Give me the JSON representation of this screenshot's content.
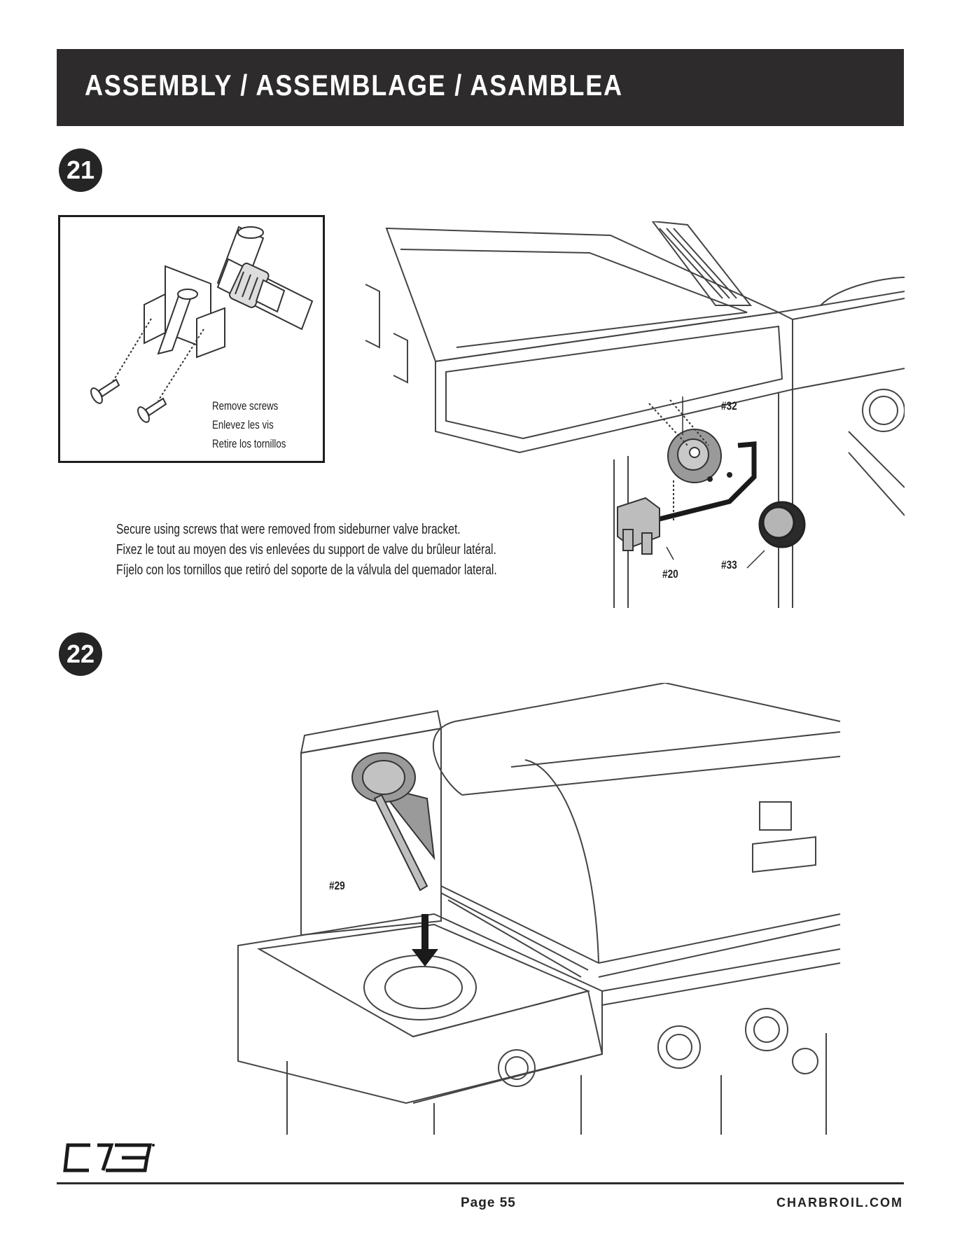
{
  "header": {
    "title": "ASSEMBLY / ASSEMBLAGE / ASAMBLEA"
  },
  "steps": [
    {
      "number": "21",
      "inset_text": [
        "Remove screws",
        "Enlevez les vis",
        "Retire los tornillos"
      ],
      "instructions": [
        "Secure using screws that were removed from sideburner valve bracket.",
        "Fixez le tout au moyen des vis enlevées du support de valve du brûleur latéral.",
        "Fíjelo con los tornillos que retiró del soporte de la válvula del quemador lateral."
      ],
      "callouts": {
        "part_32": "#32",
        "part_33": "#33",
        "part_20": "#20"
      }
    },
    {
      "number": "22",
      "callouts": {
        "part_29": "#29"
      }
    }
  ],
  "footer": {
    "page": "Page 55",
    "website": "CHARBROIL.COM"
  },
  "colors": {
    "header_bg": "#2d2b2c",
    "badge_bg": "#252525",
    "line": "#333333",
    "part_fill": "#9a9a9a"
  }
}
